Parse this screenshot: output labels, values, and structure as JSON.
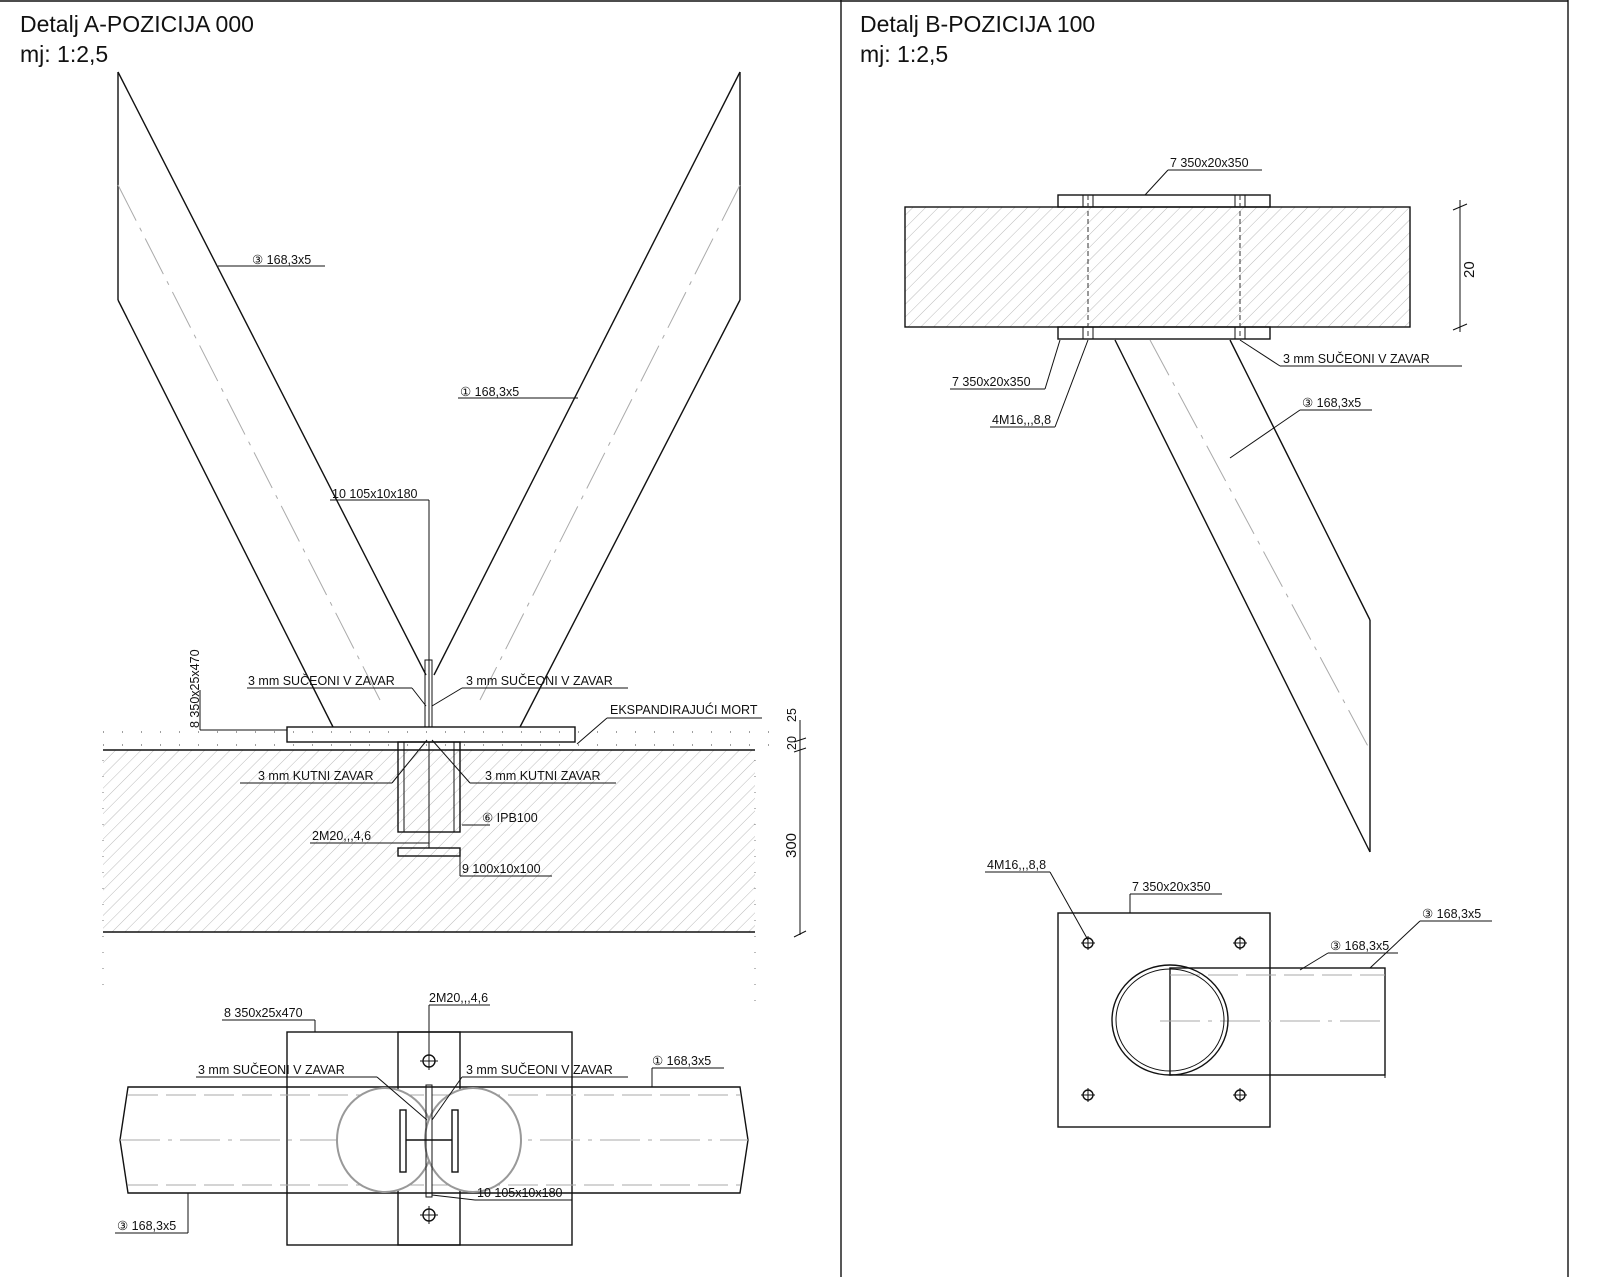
{
  "detail_a": {
    "title": "Detalj A-POZICIJA 000",
    "scale": "mj: 1:2,5",
    "labels": {
      "tube3_top": "③  168,3x5",
      "tube1_top": "①  168,3x5",
      "plate10_top": "10   105x10x180",
      "plate8_vertical": "8   350x25x470",
      "weld_left_top": "3 mm   SUČEONI V ZAVAR",
      "weld_right_top": "3 mm   SUČEONI V ZAVAR",
      "mortar": "EKSPANDIRAJUĆI MORT",
      "dim_25": "25",
      "dim_20": "20",
      "fillet_left": "3 mm   KUTNI ZAVAR",
      "fillet_right": "3 mm   KUTNI ZAVAR",
      "ipb": "⑥ IPB100",
      "bolt_section": "2M20,,,4,6",
      "plate9": "9   100x10x100",
      "dim_300": "300",
      "plan_plate8": "8   350x25x470",
      "plan_bolt": "2M20,,,4,6",
      "plan_weld_left": "3 mm   SUČEONI V ZAVAR",
      "plan_weld_right": "3 mm   SUČEONI V ZAVAR",
      "plan_tube1": "①  168,3x5",
      "plan_plate10": "10   105x10x180",
      "plan_tube3": "③  168,3x5"
    }
  },
  "detail_b": {
    "title": "Detalj B-POZICIJA 100",
    "scale": "mj: 1:2,5",
    "labels": {
      "plate7_top": "7   350x20x350",
      "dim_20": "20",
      "weld": "3 mm   SUČEONI V ZAVAR",
      "plate7_bottom": "7   350x20x350",
      "bolts": "4M16,,,8,8",
      "tube3": "③  168,3x5",
      "plan_bolts": "4M16,,,8,8",
      "plan_plate7": "7   350x20x350",
      "plan_tube3_outer": "③  168,3x5",
      "plan_tube3_inner": "③  168,3x5"
    }
  }
}
